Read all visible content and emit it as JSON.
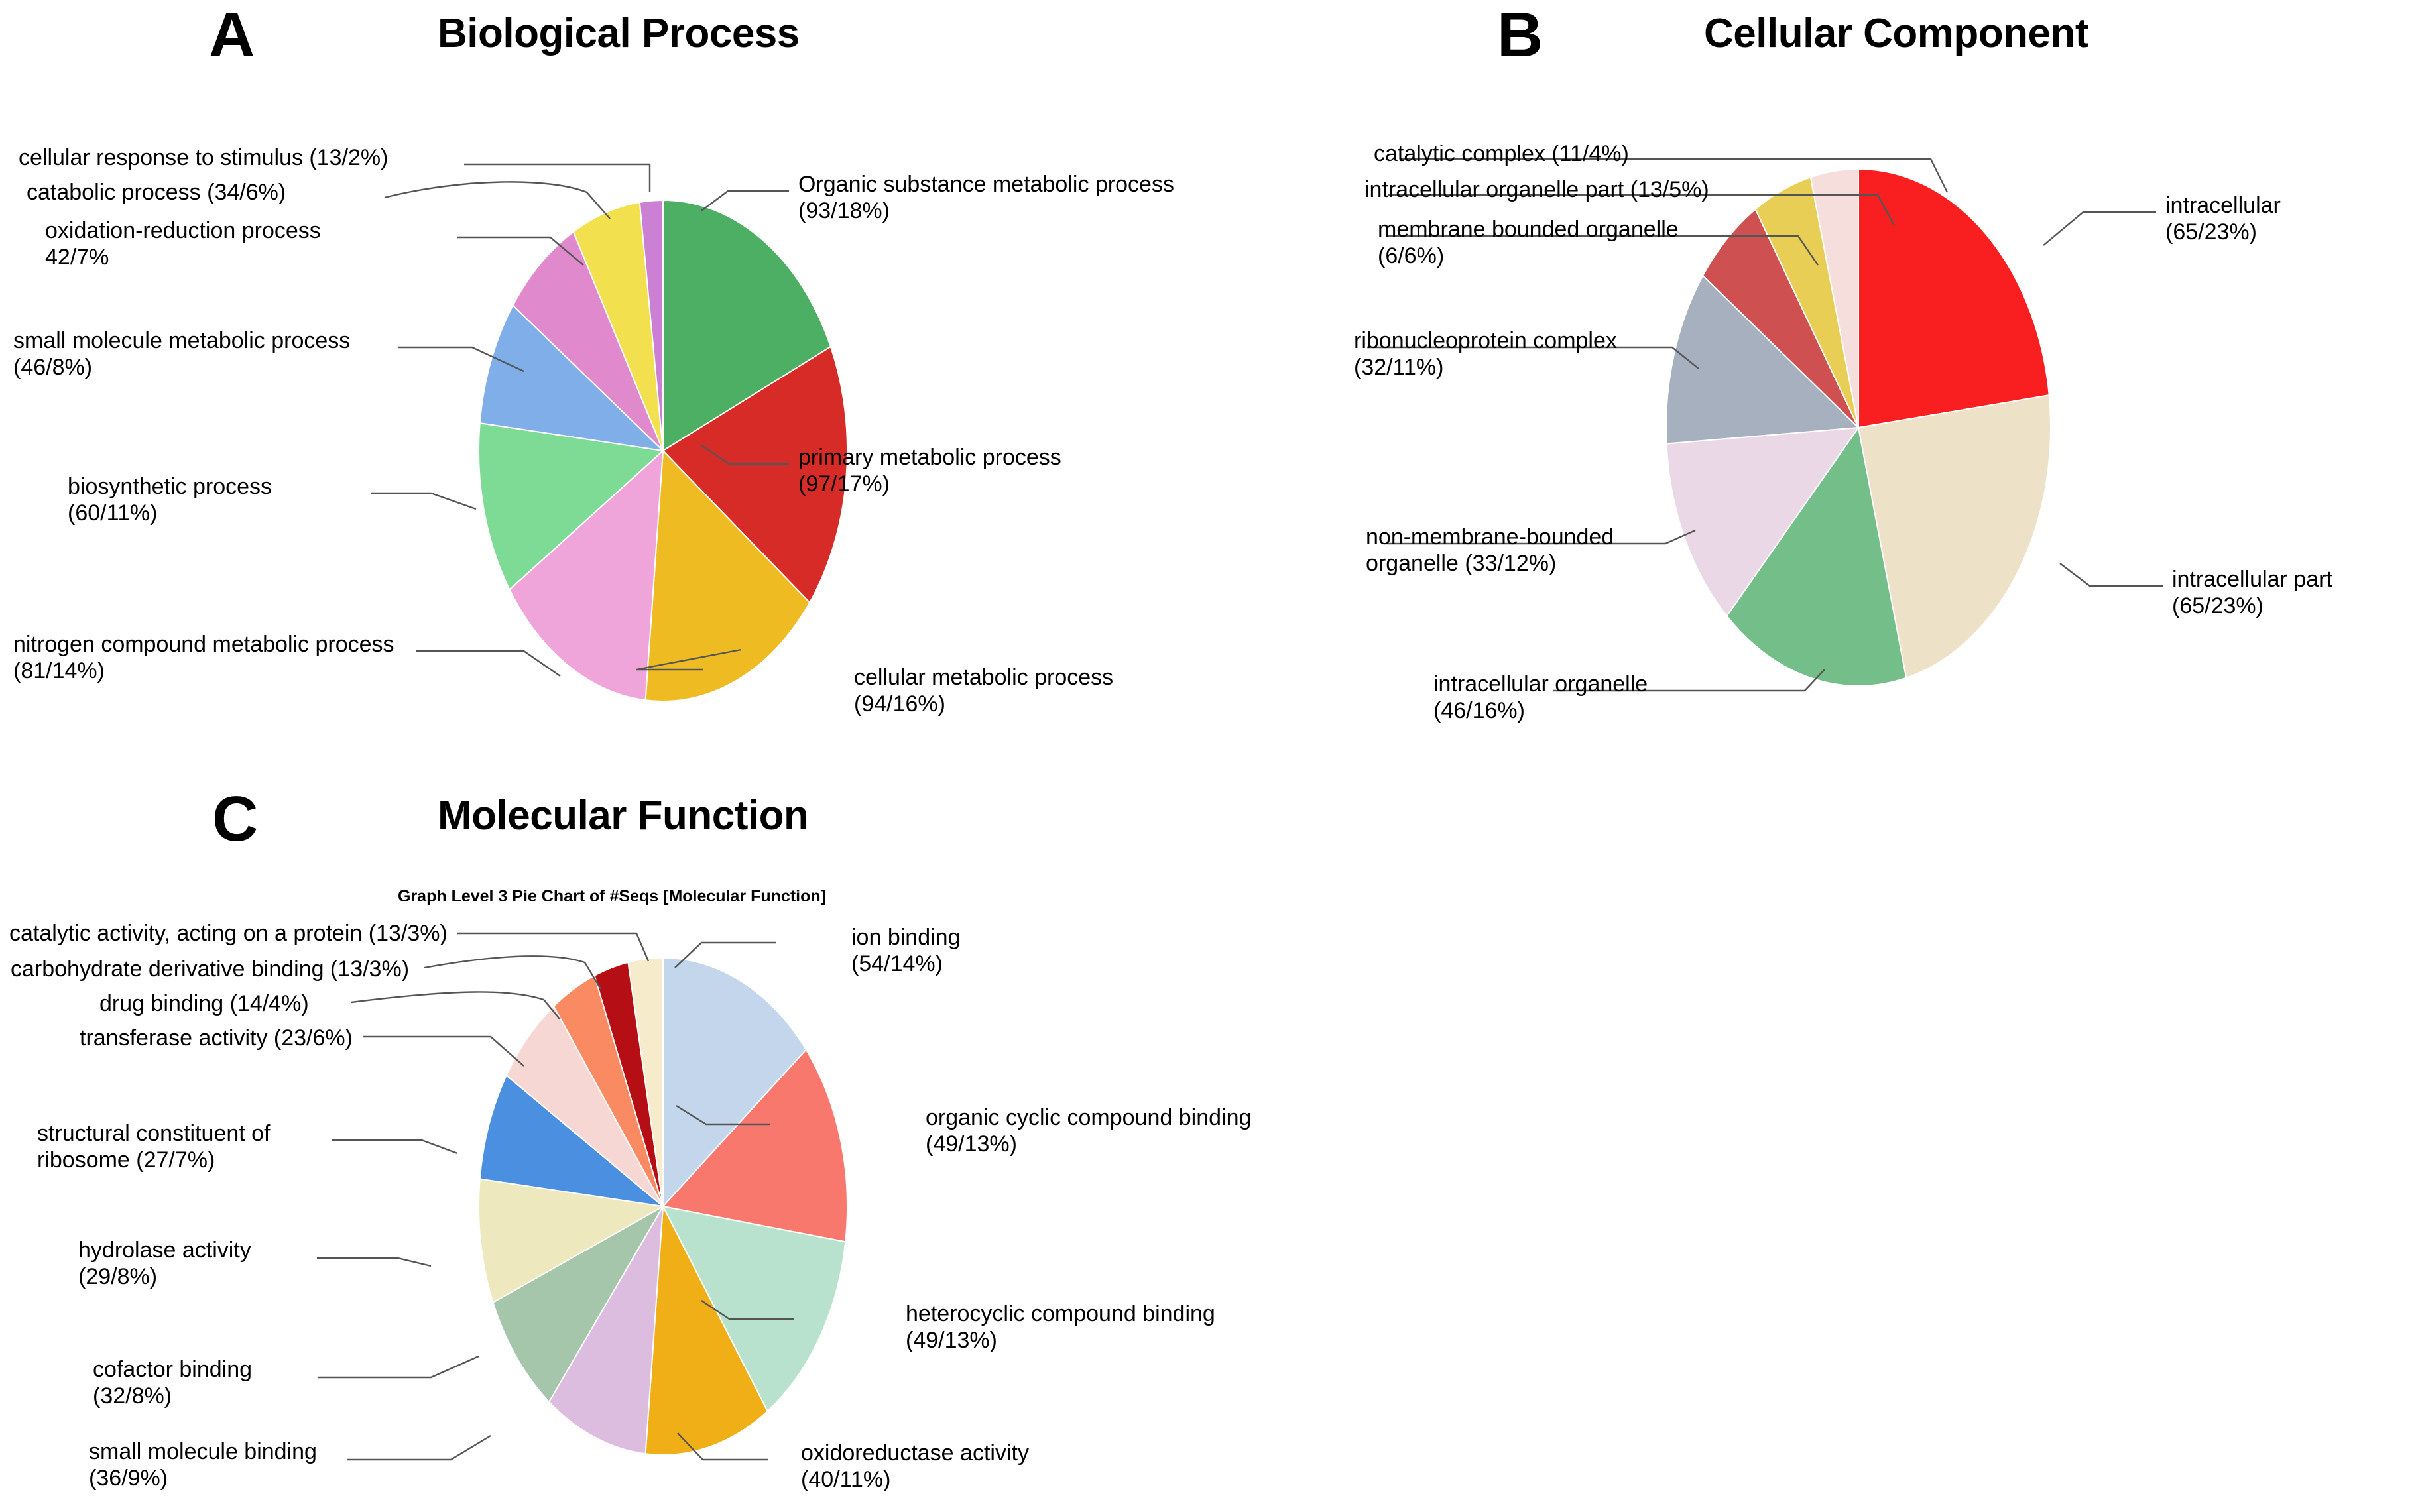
{
  "figure": {
    "background": "#ffffff",
    "panels": [
      {
        "letter": "A",
        "title": "Biological Process",
        "subtitle": ""
      },
      {
        "letter": "B",
        "title": "Cellular Component",
        "subtitle": ""
      },
      {
        "letter": "C",
        "title": "Molecular Function",
        "subtitle": "Graph Level 3 Pie Chart of #Seqs [Molecular Function]"
      }
    ]
  },
  "chart_data": [
    {
      "type": "pie",
      "panel": "A",
      "title": "Biological Process",
      "subtitle": "",
      "legend_position": "callout-labels",
      "slices": [
        {
          "label": "Organic substance metabolic process",
          "count": 93,
          "percent": 18,
          "value_text": "(93/18%)",
          "color": "#4CAF63"
        },
        {
          "label": "primary metabolic process",
          "count": 97,
          "percent": 17,
          "value_text": "(97/17%)",
          "color": "#D62B26"
        },
        {
          "label": "cellular metabolic process",
          "count": 94,
          "percent": 16,
          "value_text": "(94/16%)",
          "color": "#EEBB22"
        },
        {
          "label": "nitrogen compound metabolic process",
          "count": 81,
          "percent": 14,
          "value_text": "(81/14%)",
          "color": "#EFA5DA"
        },
        {
          "label": "biosynthetic process",
          "count": 60,
          "percent": 11,
          "value_text": "(60/11%)",
          "color": "#7EDB95"
        },
        {
          "label": "small molecule metabolic process",
          "count": 46,
          "percent": 8,
          "value_text": "(46/8%)",
          "color": "#7FAEE8"
        },
        {
          "label": "oxidation-reduction process",
          "count": 42,
          "percent": 7,
          "value_text": "42/7%",
          "color": "#E08ACD"
        },
        {
          "label": "catabolic process",
          "count": 34,
          "percent": 6,
          "value_text": "(34/6%)",
          "color": "#F2E04E"
        },
        {
          "label": "cellular response to stimulus",
          "count": 13,
          "percent": 2,
          "value_text": "(13/2%)",
          "color": "#CB80D4"
        }
      ]
    },
    {
      "type": "pie",
      "panel": "B",
      "title": "Cellular Component",
      "subtitle": "",
      "legend_position": "callout-labels",
      "slices": [
        {
          "label": "intracellular",
          "count": 65,
          "percent": 23,
          "value_text": "(65/23%)",
          "color": "#F91F20"
        },
        {
          "label": "intracellular part",
          "count": 65,
          "percent": 23,
          "value_text": "(65/23%)",
          "color": "#EDE1C8"
        },
        {
          "label": "intracellular organelle",
          "count": 46,
          "percent": 16,
          "value_text": "(46/16%)",
          "color": "#74BE8A"
        },
        {
          "label": "non-membrane-bounded organelle",
          "count": 33,
          "percent": 12,
          "value_text": "(33/12%)",
          "color": "#EBD8E7"
        },
        {
          "label": "ribonucleoprotein complex",
          "count": 32,
          "percent": 11,
          "value_text": "(32/11%)",
          "color": "#A7B0BE"
        },
        {
          "label": "membrane bounded organelle",
          "count": 6,
          "percent": 6,
          "value_text": "(6/6%)",
          "color": "#CF5050"
        },
        {
          "label": "intracellular organelle part",
          "count": 13,
          "percent": 5,
          "value_text": "(13/5%)",
          "color": "#E8CE55"
        },
        {
          "label": "catalytic complex",
          "count": 11,
          "percent": 4,
          "value_text": "(11/4%)",
          "color": "#F5DEDC"
        }
      ]
    },
    {
      "type": "pie",
      "panel": "C",
      "title": "Molecular Function",
      "subtitle": "Graph Level 3 Pie Chart of #Seqs [Molecular Function]",
      "legend_position": "callout-labels",
      "slices": [
        {
          "label": "ion binding",
          "count": 54,
          "percent": 14,
          "value_text": "(54/14%)",
          "color": "#C4D6EC"
        },
        {
          "label": "organic cyclic compound binding",
          "count": 49,
          "percent": 13,
          "value_text": "(49/13%)",
          "color": "#F8786E"
        },
        {
          "label": "heterocyclic compound binding",
          "count": 49,
          "percent": 13,
          "value_text": "(49/13%)",
          "color": "#B8E2CD"
        },
        {
          "label": "oxidoreductase activity",
          "count": 40,
          "percent": 11,
          "value_text": "(40/11%)",
          "color": "#F0AE17"
        },
        {
          "label": "small molecule binding",
          "count": 36,
          "percent": 9,
          "value_text": "(36/9%)",
          "color": "#DDBDDF"
        },
        {
          "label": "cofactor binding",
          "count": 32,
          "percent": 8,
          "value_text": "(32/8%)",
          "color": "#A5C6AA"
        },
        {
          "label": "hydrolase activity",
          "count": 29,
          "percent": 8,
          "value_text": "(29/8%)",
          "color": "#EDE8BE"
        },
        {
          "label": "structural constituent of ribosome",
          "count": 27,
          "percent": 7,
          "value_text": "(27/7%)",
          "color": "#4A8FE0"
        },
        {
          "label": "transferase activity",
          "count": 23,
          "percent": 6,
          "value_text": "(23/6%)",
          "color": "#F6D7D4"
        },
        {
          "label": "drug binding",
          "count": 14,
          "percent": 4,
          "value_text": "(14/4%)",
          "color": "#F98A62"
        },
        {
          "label": "carbohydrate derivative binding",
          "count": 13,
          "percent": 3,
          "value_text": "(13/3%)",
          "color": "#B50E14"
        },
        {
          "label": "catalytic activity, acting on a protein",
          "count": 13,
          "percent": 3,
          "value_text": "(13/3%)",
          "color": "#F6EBCB"
        }
      ]
    }
  ],
  "labels": {
    "A": {
      "cellular_response_to_stimulus": "cellular response to stimulus (13/2%)",
      "catabolic_process": "catabolic process (34/6%)",
      "oxidation_reduction_process_l1": "oxidation-reduction process",
      "oxidation_reduction_process_l2": "42/7%",
      "small_molecule_metabolic_process_l1": "small molecule metabolic process",
      "small_molecule_metabolic_process_l2": "(46/8%)",
      "biosynthetic_process_l1": "biosynthetic process",
      "biosynthetic_process_l2": "(60/11%)",
      "nitrogen_compound_metabolic_process_l1": "nitrogen compound metabolic process",
      "nitrogen_compound_metabolic_process_l2": "(81/14%)",
      "organic_substance_metabolic_process_l1": "Organic substance metabolic process",
      "organic_substance_metabolic_process_l2": "(93/18%)",
      "primary_metabolic_process_l1": "primary metabolic process",
      "primary_metabolic_process_l2": "(97/17%)",
      "cellular_metabolic_process_l1": "cellular metabolic process",
      "cellular_metabolic_process_l2": "(94/16%)"
    },
    "B": {
      "catalytic_complex": "catalytic complex (11/4%)",
      "intracellular_organelle_part": "intracellular organelle part (13/5%)",
      "membrane_bounded_organelle_l1": "membrane bounded organelle",
      "membrane_bounded_organelle_l2": "(6/6%)",
      "ribonucleoprotein_complex_l1": "ribonucleoprotein complex",
      "ribonucleoprotein_complex_l2": "(32/11%)",
      "non_membrane_bounded_organelle_l1": "non-membrane-bounded",
      "non_membrane_bounded_organelle_l2": "organelle (33/12%)",
      "intracellular_organelle_l1": "intracellular organelle",
      "intracellular_organelle_l2": "(46/16%)",
      "intracellular_l1": "intracellular",
      "intracellular_l2": "(65/23%)",
      "intracellular_part_l1": "intracellular part",
      "intracellular_part_l2": "(65/23%)"
    },
    "C": {
      "catalytic_activity_acting_on_a_protein": "catalytic activity, acting on a protein (13/3%)",
      "carbohydrate_derivative_binding": "carbohydrate derivative binding (13/3%)",
      "drug_binding": "drug binding (14/4%)",
      "transferase_activity": "transferase activity (23/6%)",
      "structural_constituent_of_ribosome_l1": "structural constituent of",
      "structural_constituent_of_ribosome_l2": "ribosome (27/7%)",
      "hydrolase_activity_l1": "hydrolase activity",
      "hydrolase_activity_l2": "(29/8%)",
      "cofactor_binding_l1": "cofactor binding",
      "cofactor_binding_l2": "(32/8%)",
      "small_molecule_binding_l1": "small molecule binding",
      "small_molecule_binding_l2": "(36/9%)",
      "ion_binding_l1": "ion binding",
      "ion_binding_l2": "(54/14%)",
      "organic_cyclic_compound_binding_l1": "organic cyclic compound binding",
      "organic_cyclic_compound_binding_l2": "(49/13%)",
      "heterocyclic_compound_binding_l1": "heterocyclic compound binding",
      "heterocyclic_compound_binding_l2": "(49/13%)",
      "oxidoreductase_activity_l1": "oxidoreductase activity",
      "oxidoreductase_activity_l2": "(40/11%)"
    }
  }
}
